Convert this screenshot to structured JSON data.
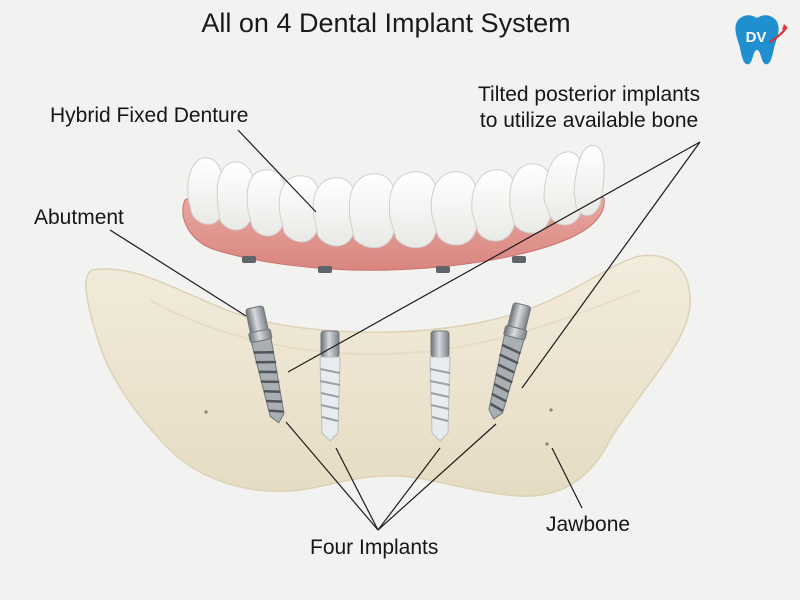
{
  "title": "All on 4 Dental Implant System",
  "labels": {
    "denture": "Hybrid Fixed Denture",
    "abutment": "Abutment",
    "tilted_line1": "Tilted posterior implants",
    "tilted_line2": "to utilize available bone",
    "jawbone": "Jawbone",
    "implants": "Four Implants"
  },
  "logo": {
    "text": "DV",
    "icon": "tooth-plane-logo"
  },
  "colors": {
    "background": "#f2f2f1",
    "gum": "#e29a95",
    "teeth": "#fbfbfa",
    "bone": "#efe8d6",
    "implant": "#9aa0a5",
    "logo": "#1f8fd0",
    "logo_plane": "#d8323c"
  }
}
